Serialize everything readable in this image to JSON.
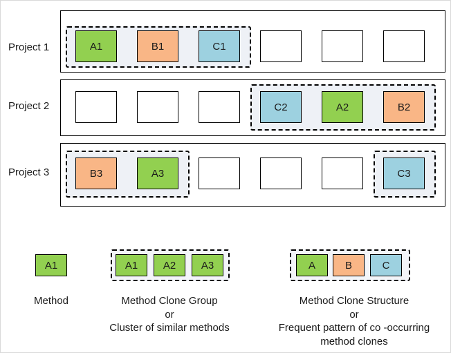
{
  "colors": {
    "A": "#92d050",
    "B": "#f9b686",
    "C": "#9dd1e0",
    "empty": "#ffffff"
  },
  "projects": [
    {
      "label": "Project 1",
      "boxes": [
        {
          "text": "A1",
          "kind": "A"
        },
        {
          "text": "B1",
          "kind": "B"
        },
        {
          "text": "C1",
          "kind": "C"
        },
        {
          "text": "",
          "kind": "empty"
        },
        {
          "text": "",
          "kind": "empty"
        },
        {
          "text": "",
          "kind": "empty"
        }
      ]
    },
    {
      "label": "Project 2",
      "boxes": [
        {
          "text": "",
          "kind": "empty"
        },
        {
          "text": "",
          "kind": "empty"
        },
        {
          "text": "",
          "kind": "empty"
        },
        {
          "text": "C2",
          "kind": "C"
        },
        {
          "text": "A2",
          "kind": "A"
        },
        {
          "text": "B2",
          "kind": "B"
        }
      ]
    },
    {
      "label": "Project 3",
      "boxes": [
        {
          "text": "B3",
          "kind": "B"
        },
        {
          "text": "A3",
          "kind": "A"
        },
        {
          "text": "",
          "kind": "empty"
        },
        {
          "text": "",
          "kind": "empty"
        },
        {
          "text": "",
          "kind": "empty"
        },
        {
          "text": "C3",
          "kind": "C"
        }
      ]
    }
  ],
  "legend": {
    "method": {
      "box": {
        "text": "A1",
        "kind": "A"
      },
      "caption": "Method"
    },
    "clone_group": {
      "boxes": [
        {
          "text": "A1",
          "kind": "A"
        },
        {
          "text": "A2",
          "kind": "A"
        },
        {
          "text": "A3",
          "kind": "A"
        }
      ],
      "caption_lines": [
        "Method Clone Group",
        "or",
        "Cluster of similar methods"
      ]
    },
    "clone_structure": {
      "boxes": [
        {
          "text": "A",
          "kind": "A"
        },
        {
          "text": "B",
          "kind": "B"
        },
        {
          "text": "C",
          "kind": "C"
        }
      ],
      "caption_lines": [
        "Method Clone Structure",
        "or",
        "Frequent pattern of co -occurring",
        "method clones"
      ]
    }
  }
}
